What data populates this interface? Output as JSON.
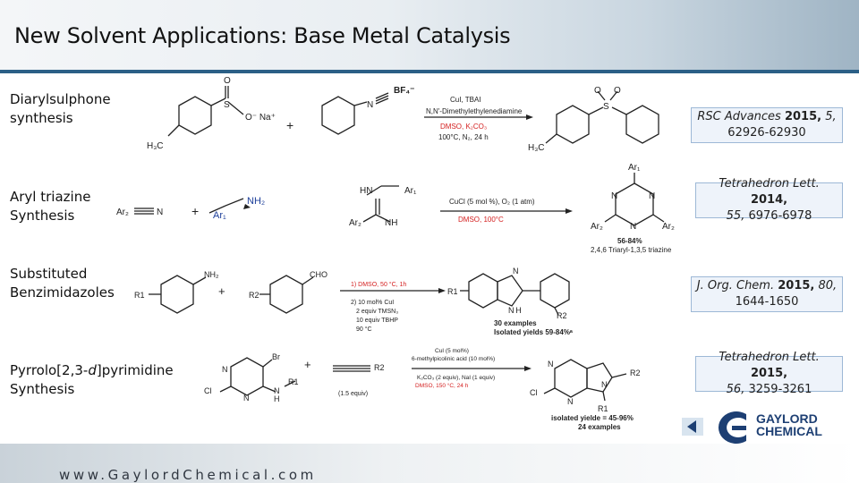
{
  "title": "New Solvent Applications: Base Metal Catalysis",
  "rows": [
    {
      "label_lines": [
        "Diarylsulphone",
        "synthesis"
      ],
      "reference": {
        "journal": "RSC Advances",
        "year": "2015,",
        "volume": "5,",
        "pages": "62926-62930"
      }
    },
    {
      "label_lines": [
        "Aryl triazine",
        "Synthesis"
      ],
      "reference": {
        "journal": "Tetrahedron Lett.",
        "year": "2014,",
        "volume": "55,",
        "pages": "6976-6978"
      }
    },
    {
      "label_lines": [
        "Substituted",
        "Benzimidazoles"
      ],
      "reference": {
        "journal": "J. Org. Chem.",
        "year": "2015,",
        "volume": "80,",
        "pages": "1644-1650"
      }
    },
    {
      "label_pre": "Pyrrolo[2,3-",
      "label_italic": "d",
      "label_post": "]pyrimidine",
      "label_line2": "Synthesis",
      "reference": {
        "journal": "Tetrahedron Lett.",
        "year": "2015,",
        "volume": "56,",
        "pages": "3259-3261"
      }
    }
  ],
  "schemes": {
    "r1": {
      "reagent1_counterion": "O⁻ Na⁺",
      "methyl": "H₃C",
      "plus": "+",
      "bf4": "BF₄⁻",
      "cond_top1": "CuI, TBAI",
      "cond_top2": "N,N'-Dimethylethylenediamine",
      "cond_bot1": "DMSO, K₂CO₃",
      "cond_bot2": "100°C, N₂, 24 h",
      "product_methyl": "H₃C",
      "S": "S",
      "O": "O"
    },
    "r2": {
      "ar1": "Ar₂",
      "N": "N",
      "plus": "+",
      "nh2": "NH₂",
      "ar2": "Ar₁",
      "hn": "HN",
      "ar3": "Ar₁",
      "ar4": "Ar₂",
      "nh": "NH",
      "cond_top": "CuCl (5 mol %), O₂ (1 atm)",
      "cond_bot": "DMSO, 100°C",
      "prod_ar_top": "Ar₁",
      "prod_ar_left": "Ar₂",
      "prod_ar_right": "Ar₂",
      "yield": "56-84%",
      "product_name": "2,4,6 Triaryl-1,3,5 triazine"
    },
    "r3": {
      "nh2": "NH₂",
      "r1": "R1",
      "plus": "+",
      "cho": "CHO",
      "r2": "R2",
      "cond1": "1) DMSO, 50 °C, 1h",
      "cond2": "2) 10 mol% CuI",
      "cond3": "2 equiv TMSN₃",
      "cond4": "10 equiv TBHP",
      "cond5": "90 °C",
      "prod_r1": "R1",
      "prod_r2": "R2",
      "N": "N",
      "NH": "N H",
      "examples": "30 examples",
      "yields": "Isolated yields 59-84%ᵃ"
    },
    "r4": {
      "br": "Br",
      "N": "N",
      "cl": "Cl",
      "nh": "N",
      "h": "H",
      "r1": "R1",
      "plus": "+",
      "r2": "R2",
      "equiv": "(1.5 equiv)",
      "cond1": "CuI (5 mol%)",
      "cond2": "6-methylpicolinic acid (10 mol%)",
      "cond3": "K₂CO₃ (2 equiv), NaI (1 equiv)",
      "cond4": "DMSO, 150 °C, 24 h",
      "prod_r2": "R2",
      "prod_r1": "R1",
      "prod_cl": "Cl",
      "yield": "isolated yielde = 45-96%",
      "examples": "24 examples"
    }
  },
  "logo": {
    "line1": "GAYLORD",
    "line2": "CHEMICAL"
  },
  "footer": "www.GaylordChemical.com",
  "colors": {
    "accent_blue": "#2b5f86",
    "dmso_red": "#d42020",
    "logo_blue": "#1d3f73"
  }
}
